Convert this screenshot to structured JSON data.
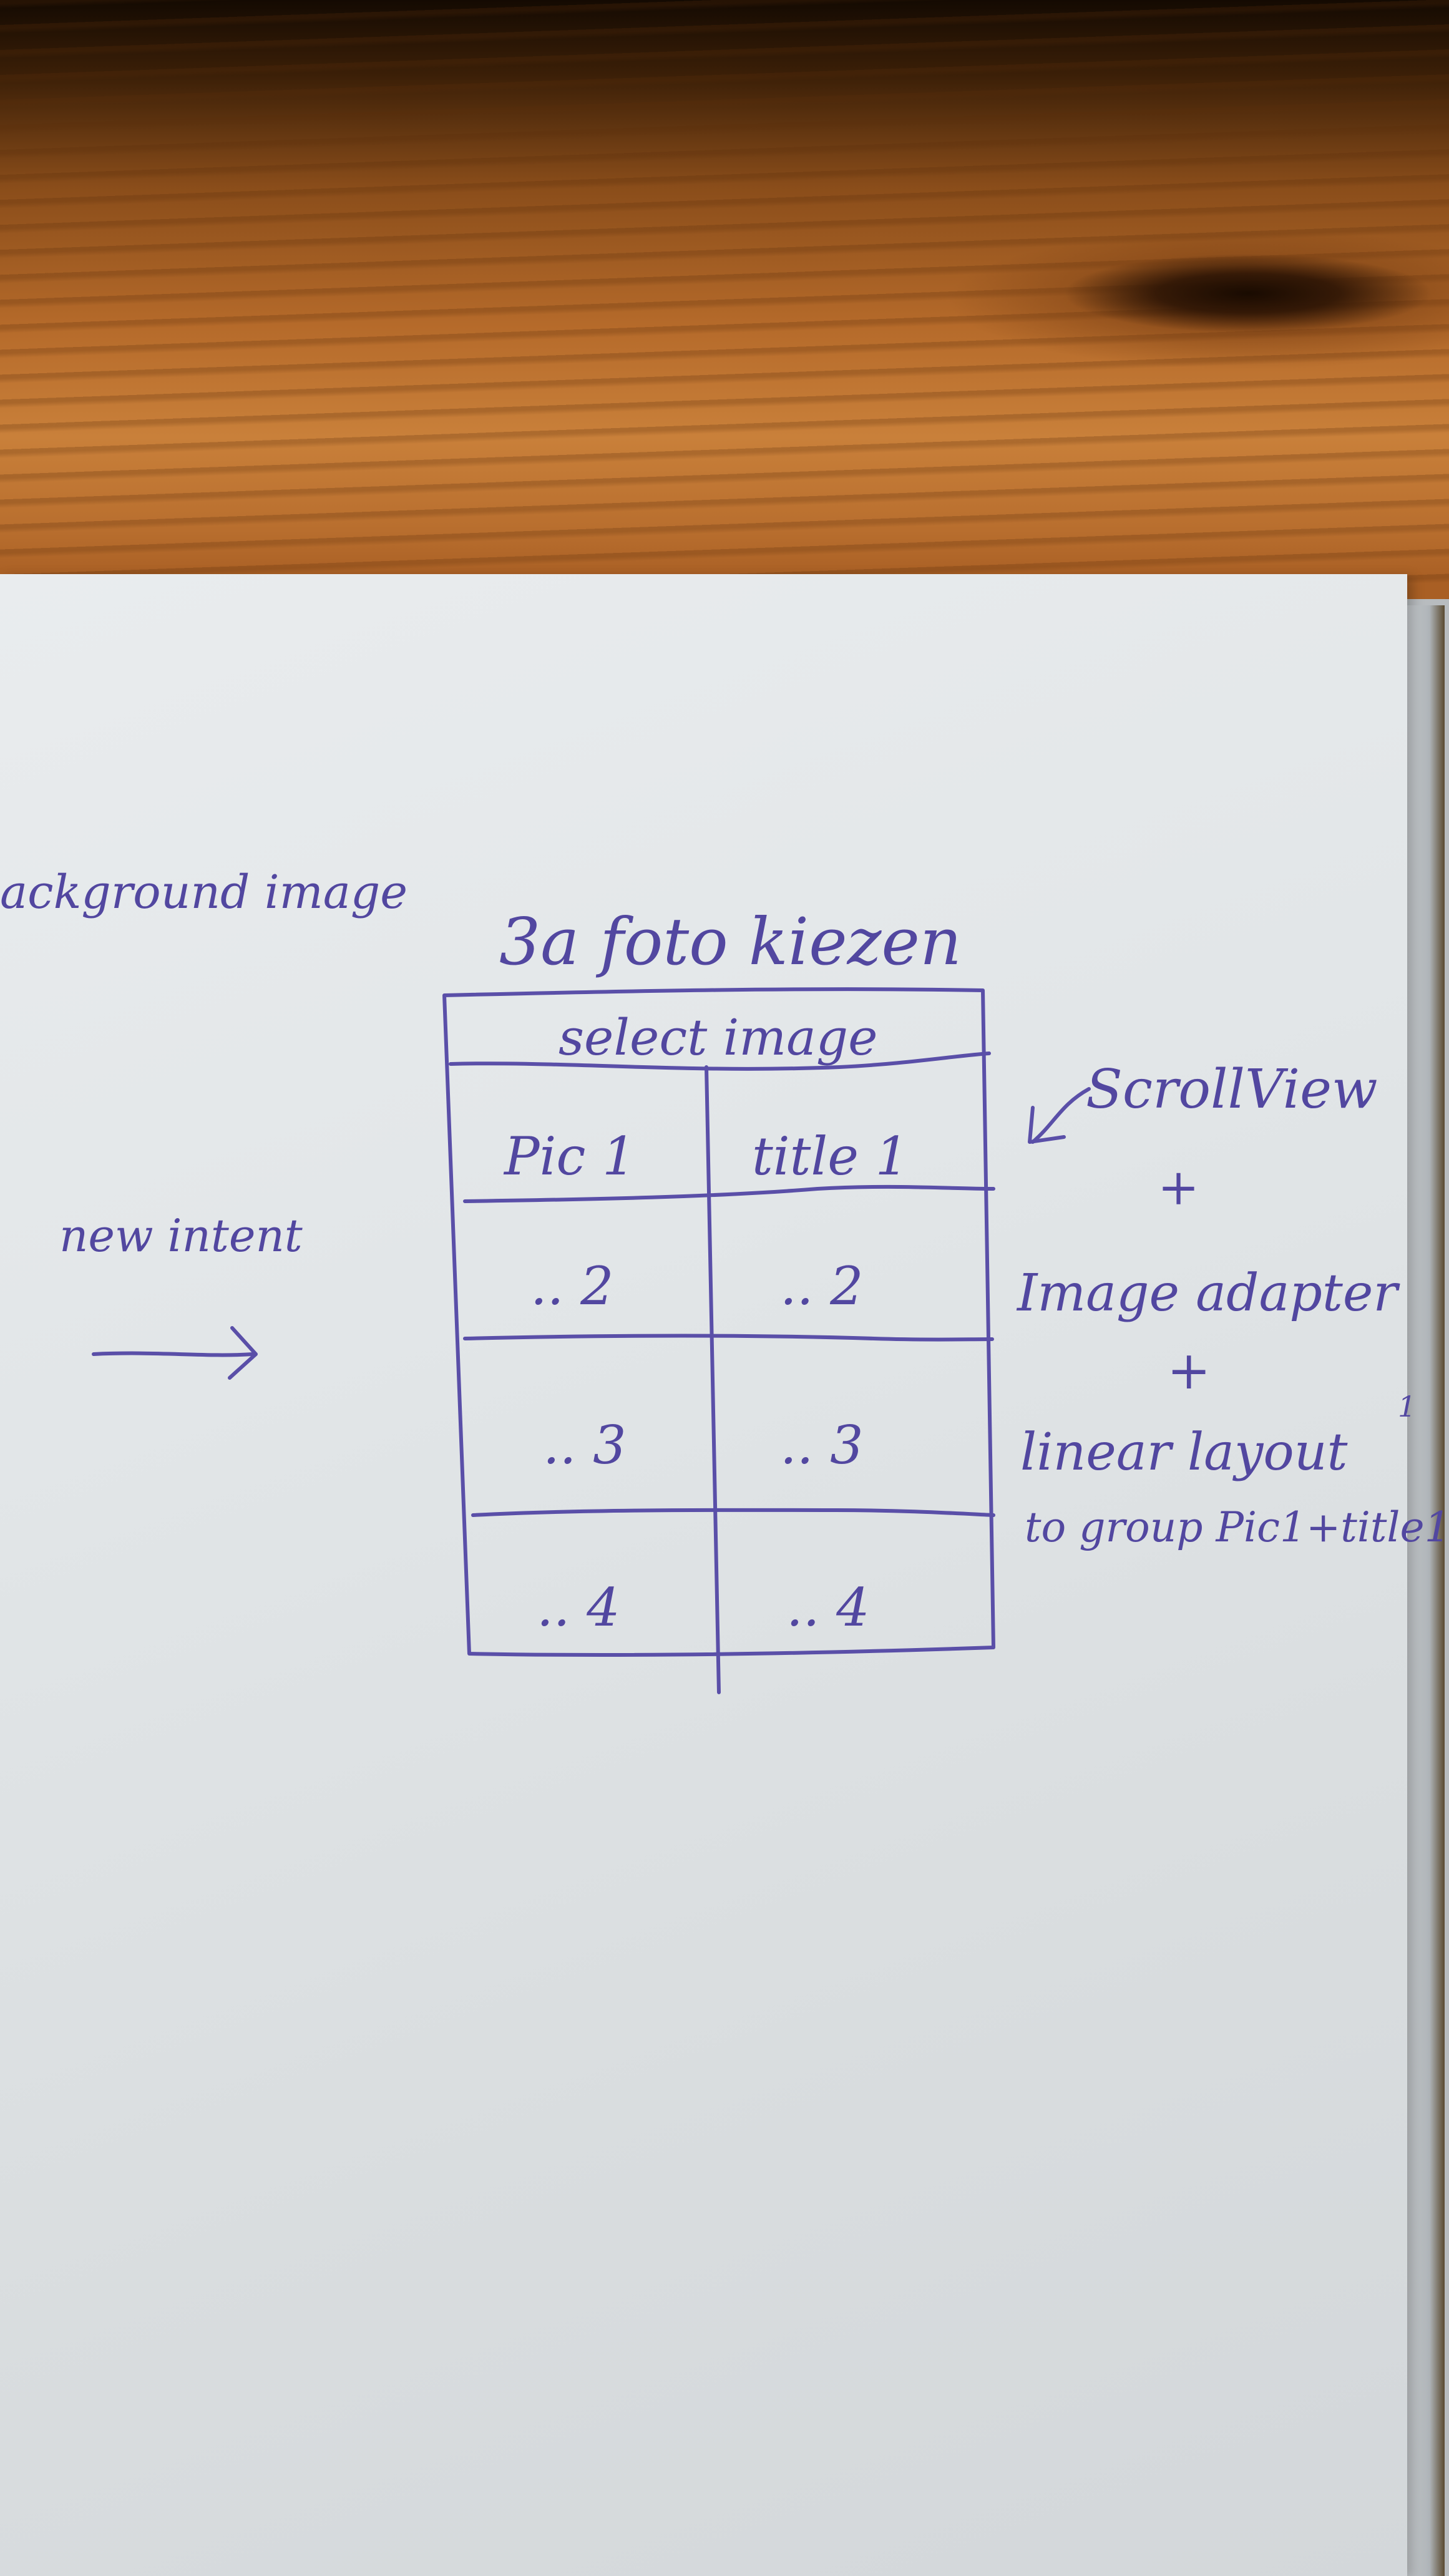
{
  "notes": {
    "background_label": "ackground image",
    "new_intent_label": "new intent",
    "screen_title": "3a foto kiezen",
    "header": "select image",
    "scrollview_label": "ScrollView",
    "plus": "+",
    "image_adapter_label": "Image adapter",
    "linear_layout_label": "linear layout",
    "group_label": "to group Pic1+title1",
    "stray_mark": "1"
  },
  "table": {
    "rows": [
      {
        "pic": "Pic 1",
        "title": "title 1"
      },
      {
        "pic": ".. 2",
        "title": ".. 2"
      },
      {
        "pic": ".. 3",
        "title": ".. 3"
      },
      {
        "pic": ".. 4",
        "title": ".. 4"
      }
    ]
  },
  "colors": {
    "ink": "#5a4fa8",
    "paper": "#e4e7e9",
    "wood": "#b56a2a"
  }
}
